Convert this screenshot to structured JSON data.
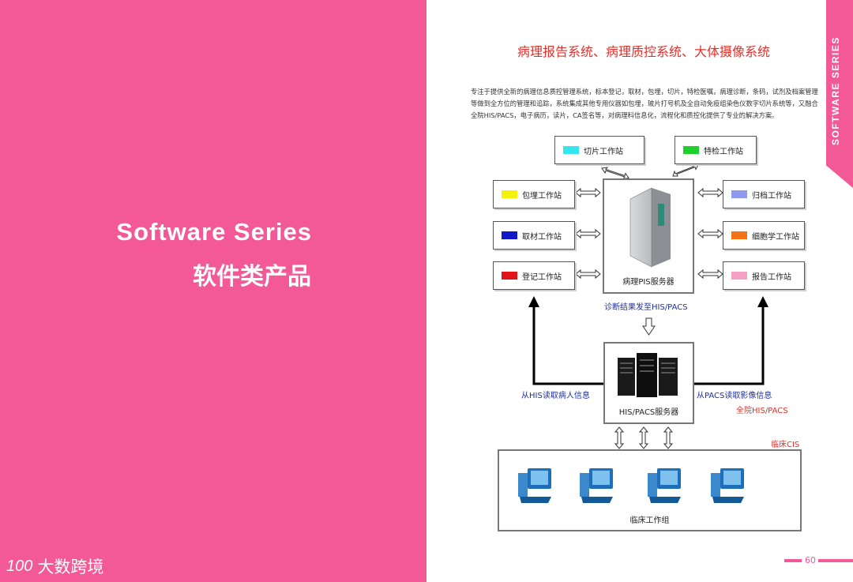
{
  "cover": {
    "title_en": "Software Series",
    "title_cn": "软件类产品"
  },
  "brand": {
    "logo": "100",
    "name": "大数跨境"
  },
  "side_tab": {
    "text": "SOFTWARE SERIES"
  },
  "page": {
    "title": "病理报告系统、病理质控系统、大体摄像系统",
    "intro": "专注于提供全新的病理信息质控管理系统，标本登记，取材，包埋，切片，特检医嘱，病理诊断，条码，试剂及档案管理等做到全方位的管理和追踪，系统集成其他专用仪器如包埋，玻片打号机及全自动免疫组染色仪数字切片系统等，又融合全院HIS/PACS，电子病历，读片，CA签名等，对病理科信息化，流程化和质控化提供了专业的解决方案。",
    "number": "60"
  },
  "workstations": {
    "slicing": {
      "label": "切片工作站",
      "color": "#35e6f0"
    },
    "special": {
      "label": "特检工作站",
      "color": "#1fd02c"
    },
    "embedding": {
      "label": "包埋工作站",
      "color": "#f5f00c"
    },
    "sampling": {
      "label": "取材工作站",
      "color": "#1018c8"
    },
    "registration": {
      "label": "登记工作站",
      "color": "#e0141b"
    },
    "archive": {
      "label": "归档工作站",
      "color": "#8f99ee"
    },
    "cytology": {
      "label": "细胞学工作站",
      "color": "#f37416"
    },
    "report": {
      "label": "报告工作站",
      "color": "#f4a0c4"
    }
  },
  "servers": {
    "pis": "病理PIS服务器",
    "his_pacs": "HIS/PACS服务器"
  },
  "annotations": {
    "send_result": "诊断结果发至HIS/PACS",
    "read_patient": "从HIS读取病人信息",
    "read_image": "从PACS读取影像信息",
    "full_his_pacs": "全院HIS/PACS",
    "clinical_cis": "临床CIS",
    "clinical_group": "临床工作组"
  },
  "colors": {
    "accent": "#f25996",
    "title_red": "#e0302a",
    "annotation_blue": "#1e2f9e"
  }
}
